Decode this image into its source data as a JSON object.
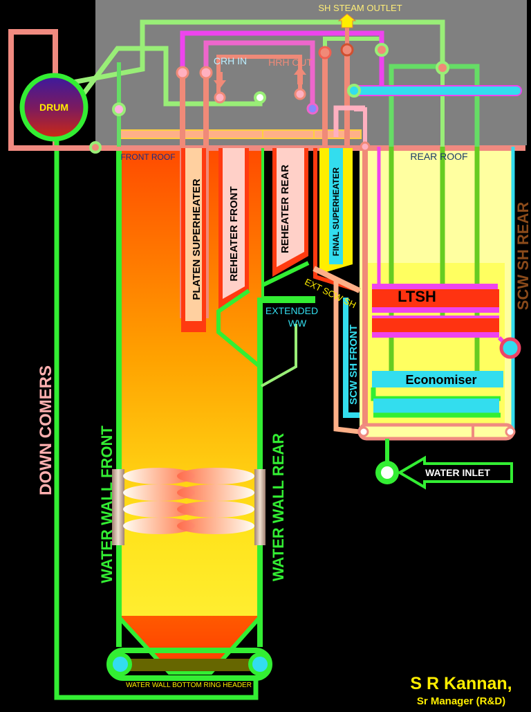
{
  "labels": {
    "sh_steam_outlet": "SH STEAM OUTLET",
    "crh_in": "CRH IN",
    "hrh_out": "HRH OUT",
    "drum": "DRUM",
    "front_roof": "FRONT ROOF",
    "rear_roof": "REAR ROOF",
    "platen_superheater": "PLATEN SUPERHEATER",
    "reheater_front": "REHEATER FRONT",
    "reheater_rear": "REHEATER REAR",
    "final_superheater": "FINAL SUPERHEATER",
    "ext_scw_sh": "EXT SCW SH",
    "extended_ww_1": "EXTENDED",
    "extended_ww_2": "WW",
    "scw_sh_front": "SCW SH FRONT",
    "scw_sh_rear": "SCW SH REAR",
    "ltsh": "LTSH",
    "economiser": "Economiser",
    "water_inlet": "WATER INLET",
    "down_comers": "DOWN COMERS",
    "water_wall_front": "WATER WALL FRONT",
    "water_wall_rear": "WATER WALL  REAR",
    "bottom_ring_header": "WATER WALL BOTTOM RING HEADER"
  },
  "author": {
    "name": "S R Kannan,",
    "designation": "Sr Manager (R&D)"
  },
  "colors": {
    "background": "#000000",
    "penthouse": "#7f7f7f",
    "green_tube": "#33ee33",
    "light_green_tube": "#99ee77",
    "salmon_tube": "#f08a78",
    "magenta_tube": "#ee44ee",
    "cyan": "#33ddee",
    "ltsh_red": "#ff3311",
    "label_yellow": "#ffee00",
    "scw_rear_brown": "#8a4a1a"
  }
}
